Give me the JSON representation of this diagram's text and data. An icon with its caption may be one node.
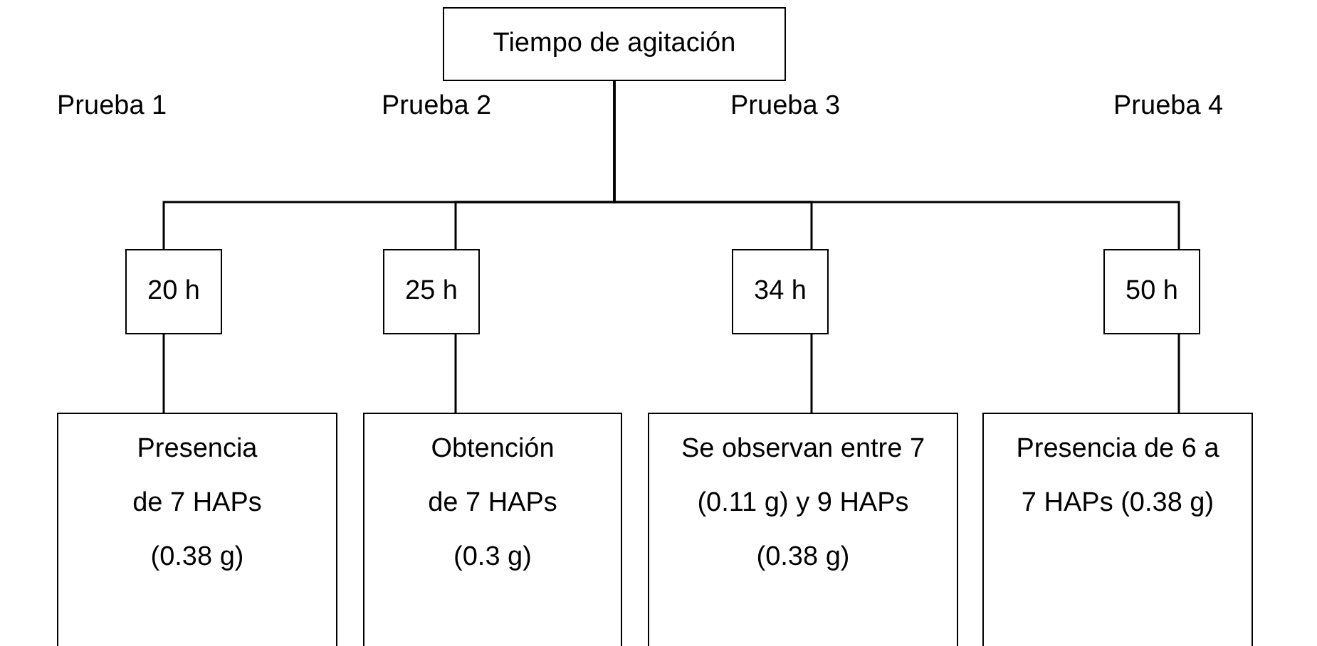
{
  "diagram": {
    "nodes": [
      {
        "text": [
          "Tiempo de agitación"
        ]
      },
      {
        "text": [
          "20 h"
        ]
      },
      {
        "text": [
          "25 h"
        ]
      },
      {
        "text": [
          "34 h"
        ]
      },
      {
        "text": [
          "50 h"
        ]
      },
      {
        "text": [
          "Presencia de 7 HAPs (0.38 g)"
        ]
      },
      {
        "text": [
          "Obtención de 7 HAPs (0.3 g)"
        ]
      },
      {
        "text": [
          "Se observan entre 7  (0.11 g) y 9 HAPs  (0.38 g)"
        ]
      },
      {
        "text": [
          "Presencia de 6 a  7 HAPs (0.38 g)"
        ]
      }
    ],
    "edges": [
      {
        "from": 0,
        "to": 1,
        "arrow": "none"
      },
      {
        "from": 0,
        "to": 2,
        "arrow": "none"
      },
      {
        "from": 0,
        "to": 3,
        "arrow": "none"
      },
      {
        "from": 0,
        "to": 4,
        "arrow": "none"
      },
      {
        "from": 1,
        "to": 5,
        "arrow": "none"
      },
      {
        "from": 2,
        "to": 6,
        "arrow": "none"
      },
      {
        "from": 3,
        "to": 7,
        "arrow": "none"
      },
      {
        "from": 4,
        "to": 8,
        "arrow": "none"
      }
    ],
    "labels": [
      "Prueba 1",
      "Prueba 2",
      "Prueba 3",
      "Prueba 4"
    ]
  }
}
